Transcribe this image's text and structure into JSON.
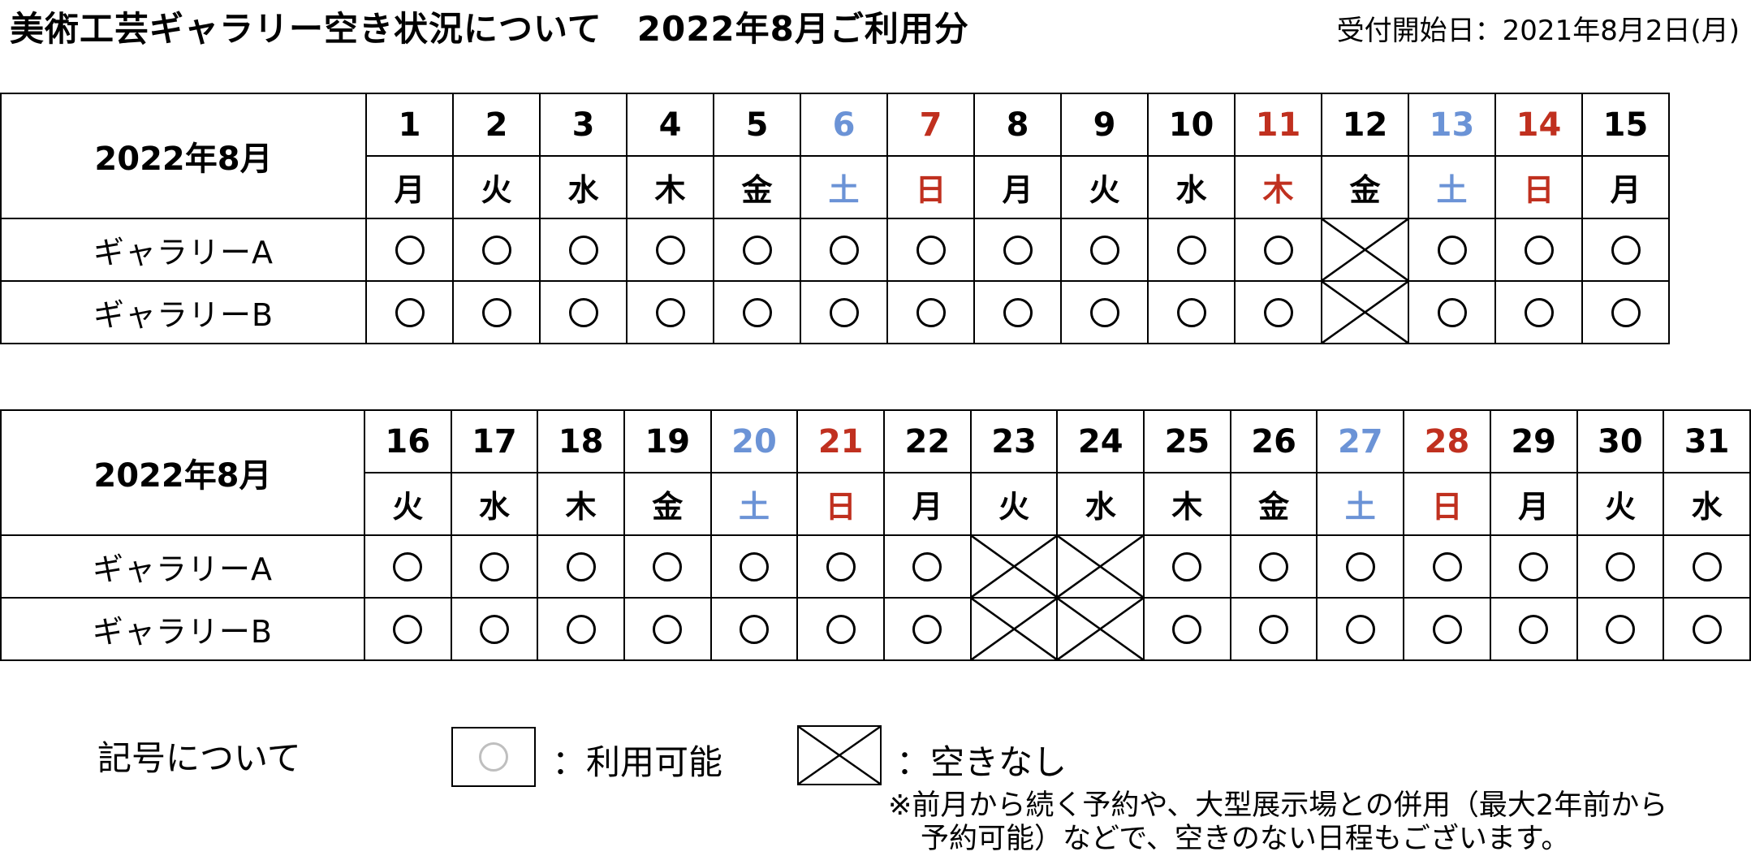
{
  "page": {
    "title": "美術工芸ギャラリー空き状況について　2022年8月ご利用分",
    "reception": "受付開始日：2021年8月2日(月)"
  },
  "legend": {
    "heading": "記号について",
    "available_label": "：利用可能",
    "unavailable_label": "：空きなし"
  },
  "note": {
    "line1": "※前月から続く予約や、大型展示場との併用（最大2年前から",
    "line2": "予約可能）などで、空きのない日程もございます。"
  },
  "colors": {
    "saturday": "#6b93d6",
    "holiday": "#c0301f"
  },
  "symbols": {
    "o": "circle-icon",
    "x": "cross-box-icon"
  },
  "tables": [
    {
      "month_label": "2022年8月",
      "days": [
        {
          "num": "1",
          "dow": "月",
          "kind": "weekday"
        },
        {
          "num": "2",
          "dow": "火",
          "kind": "weekday"
        },
        {
          "num": "3",
          "dow": "水",
          "kind": "weekday"
        },
        {
          "num": "4",
          "dow": "木",
          "kind": "weekday"
        },
        {
          "num": "5",
          "dow": "金",
          "kind": "weekday"
        },
        {
          "num": "6",
          "dow": "土",
          "kind": "saturday"
        },
        {
          "num": "7",
          "dow": "日",
          "kind": "holiday"
        },
        {
          "num": "8",
          "dow": "月",
          "kind": "weekday"
        },
        {
          "num": "9",
          "dow": "火",
          "kind": "weekday"
        },
        {
          "num": "10",
          "dow": "水",
          "kind": "weekday"
        },
        {
          "num": "11",
          "dow": "木",
          "kind": "holiday"
        },
        {
          "num": "12",
          "dow": "金",
          "kind": "weekday"
        },
        {
          "num": "13",
          "dow": "土",
          "kind": "saturday"
        },
        {
          "num": "14",
          "dow": "日",
          "kind": "holiday"
        },
        {
          "num": "15",
          "dow": "月",
          "kind": "weekday"
        }
      ],
      "galleries": [
        {
          "name": "ギャラリーA",
          "status": [
            "o",
            "o",
            "o",
            "o",
            "o",
            "o",
            "o",
            "o",
            "o",
            "o",
            "o",
            "x",
            "o",
            "o",
            "o"
          ]
        },
        {
          "name": "ギャラリーB",
          "status": [
            "o",
            "o",
            "o",
            "o",
            "o",
            "o",
            "o",
            "o",
            "o",
            "o",
            "o",
            "x",
            "o",
            "o",
            "o"
          ]
        }
      ]
    },
    {
      "month_label": "2022年8月",
      "days": [
        {
          "num": "16",
          "dow": "火",
          "kind": "weekday"
        },
        {
          "num": "17",
          "dow": "水",
          "kind": "weekday"
        },
        {
          "num": "18",
          "dow": "木",
          "kind": "weekday"
        },
        {
          "num": "19",
          "dow": "金",
          "kind": "weekday"
        },
        {
          "num": "20",
          "dow": "土",
          "kind": "saturday"
        },
        {
          "num": "21",
          "dow": "日",
          "kind": "holiday"
        },
        {
          "num": "22",
          "dow": "月",
          "kind": "weekday"
        },
        {
          "num": "23",
          "dow": "火",
          "kind": "weekday"
        },
        {
          "num": "24",
          "dow": "水",
          "kind": "weekday"
        },
        {
          "num": "25",
          "dow": "木",
          "kind": "weekday"
        },
        {
          "num": "26",
          "dow": "金",
          "kind": "weekday"
        },
        {
          "num": "27",
          "dow": "土",
          "kind": "saturday"
        },
        {
          "num": "28",
          "dow": "日",
          "kind": "holiday"
        },
        {
          "num": "29",
          "dow": "月",
          "kind": "weekday"
        },
        {
          "num": "30",
          "dow": "火",
          "kind": "weekday"
        },
        {
          "num": "31",
          "dow": "水",
          "kind": "weekday"
        }
      ],
      "galleries": [
        {
          "name": "ギャラリーA",
          "status": [
            "o",
            "o",
            "o",
            "o",
            "o",
            "o",
            "o",
            "x",
            "x",
            "o",
            "o",
            "o",
            "o",
            "o",
            "o",
            "o"
          ]
        },
        {
          "name": "ギャラリーB",
          "status": [
            "o",
            "o",
            "o",
            "o",
            "o",
            "o",
            "o",
            "x",
            "x",
            "o",
            "o",
            "o",
            "o",
            "o",
            "o",
            "o"
          ]
        }
      ]
    }
  ]
}
